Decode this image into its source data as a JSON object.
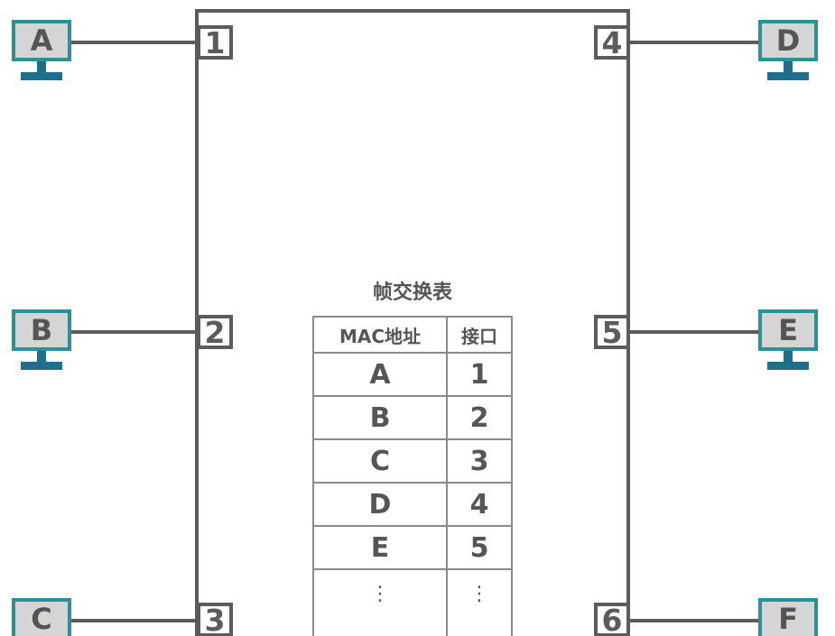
{
  "hosts": [
    {
      "label": "A"
    },
    {
      "label": "B"
    },
    {
      "label": "C"
    },
    {
      "label": "D"
    },
    {
      "label": "E"
    },
    {
      "label": "F"
    }
  ],
  "ports": [
    "1",
    "2",
    "3",
    "4",
    "5",
    "6"
  ],
  "table": {
    "title": "帧交换表",
    "headers": [
      "MAC地址",
      "接口"
    ],
    "rows": [
      [
        "A",
        "1"
      ],
      [
        "B",
        "2"
      ],
      [
        "C",
        "3"
      ],
      [
        "D",
        "4"
      ],
      [
        "E",
        "5"
      ],
      [
        "⋮",
        "⋮"
      ]
    ]
  },
  "colors": {
    "line": "#5b5b5b",
    "monitor_border": "#2e8f94",
    "monitor_stand": "#1e6f8c",
    "monitor_screen": "#d5d5d5"
  },
  "icons": {
    "host": "monitor-icon"
  }
}
